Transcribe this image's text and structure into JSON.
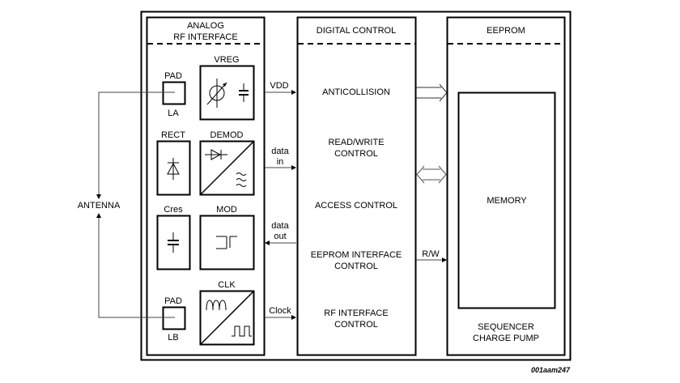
{
  "figure_id": "001aam247",
  "antenna": {
    "label": "ANTENNA"
  },
  "analog": {
    "title_line1": "ANALOG",
    "title_line2": "RF INTERFACE",
    "pad_la": {
      "top": "PAD",
      "bottom": "LA"
    },
    "pad_lb": {
      "top": "PAD",
      "bottom": "LB"
    },
    "vreg": "VREG",
    "rect": "RECT",
    "demod": "DEMOD",
    "cres": "Cres",
    "mod": "MOD",
    "clk": "CLK"
  },
  "signals": {
    "vdd": "VDD",
    "data_in_1": "data",
    "data_in_2": "in",
    "data_out_1": "data",
    "data_out_2": "out",
    "clock": "Clock",
    "rw": "R/W"
  },
  "digital": {
    "title": "DIGITAL CONTROL",
    "blocks": [
      {
        "line1": "ANTICOLLISION",
        "line2": ""
      },
      {
        "line1": "READ/WRITE",
        "line2": "CONTROL"
      },
      {
        "line1": "ACCESS CONTROL",
        "line2": ""
      },
      {
        "line1": "EEPROM INTERFACE",
        "line2": "CONTROL"
      },
      {
        "line1": "RF INTERFACE",
        "line2": "CONTROL"
      }
    ]
  },
  "eeprom": {
    "title": "EEPROM",
    "memory": "MEMORY",
    "footer_line1": "SEQUENCER",
    "footer_line2": "CHARGE PUMP"
  }
}
